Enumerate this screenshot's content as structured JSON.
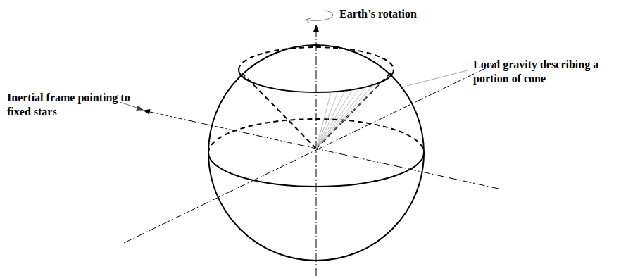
{
  "diagram": {
    "labels": [
      "Earth’s rotation",
      "Inertial frame pointing to fixed stars",
      "Local gravity describing a portion of cone"
    ]
  }
}
